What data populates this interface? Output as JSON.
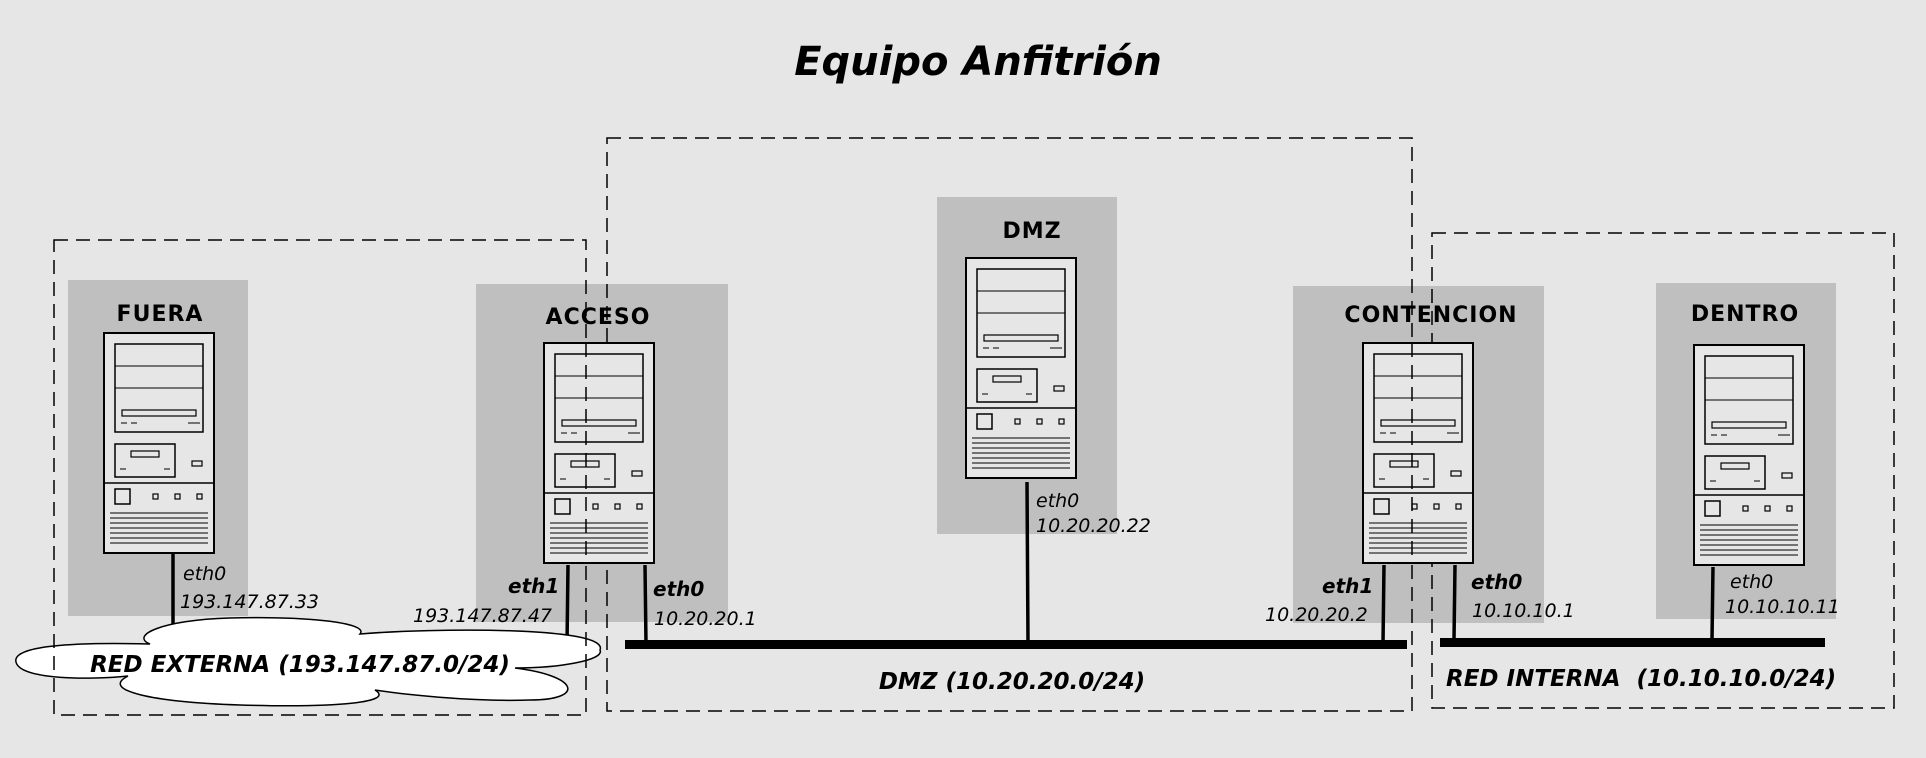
{
  "title": "Equipo Anfitrión",
  "nodes": {
    "fuera": {
      "label": "FUERA",
      "iface_a_name": "eth0",
      "iface_a_ip": "193.147.87.33"
    },
    "acceso": {
      "label": "ACCESO",
      "iface_a_name": "eth1",
      "iface_a_ip": "193.147.87.47",
      "iface_b_name": "eth0",
      "iface_b_ip": "10.20.20.1"
    },
    "dmz": {
      "label": "DMZ",
      "iface_a_name": "eth0",
      "iface_a_ip": "10.20.20.22"
    },
    "contencion": {
      "label": "CONTENCION",
      "iface_a_name": "eth1",
      "iface_a_ip": "10.20.20.2",
      "iface_b_name": "eth0",
      "iface_b_ip": "10.10.10.1"
    },
    "dentro": {
      "label": "DENTRO",
      "iface_a_name": "eth0",
      "iface_a_ip": "10.10.10.11"
    }
  },
  "networks": {
    "externa": "RED EXTERNA (193.147.87.0/24)",
    "dmz": "DMZ (10.20.20.0/24)",
    "interna": "RED INTERNA  (10.10.10.0/24)"
  },
  "colors": {
    "background": "#e6e6e6",
    "panel": "#bfbfbf",
    "line": "#000000",
    "cloud": "#ffffff"
  }
}
